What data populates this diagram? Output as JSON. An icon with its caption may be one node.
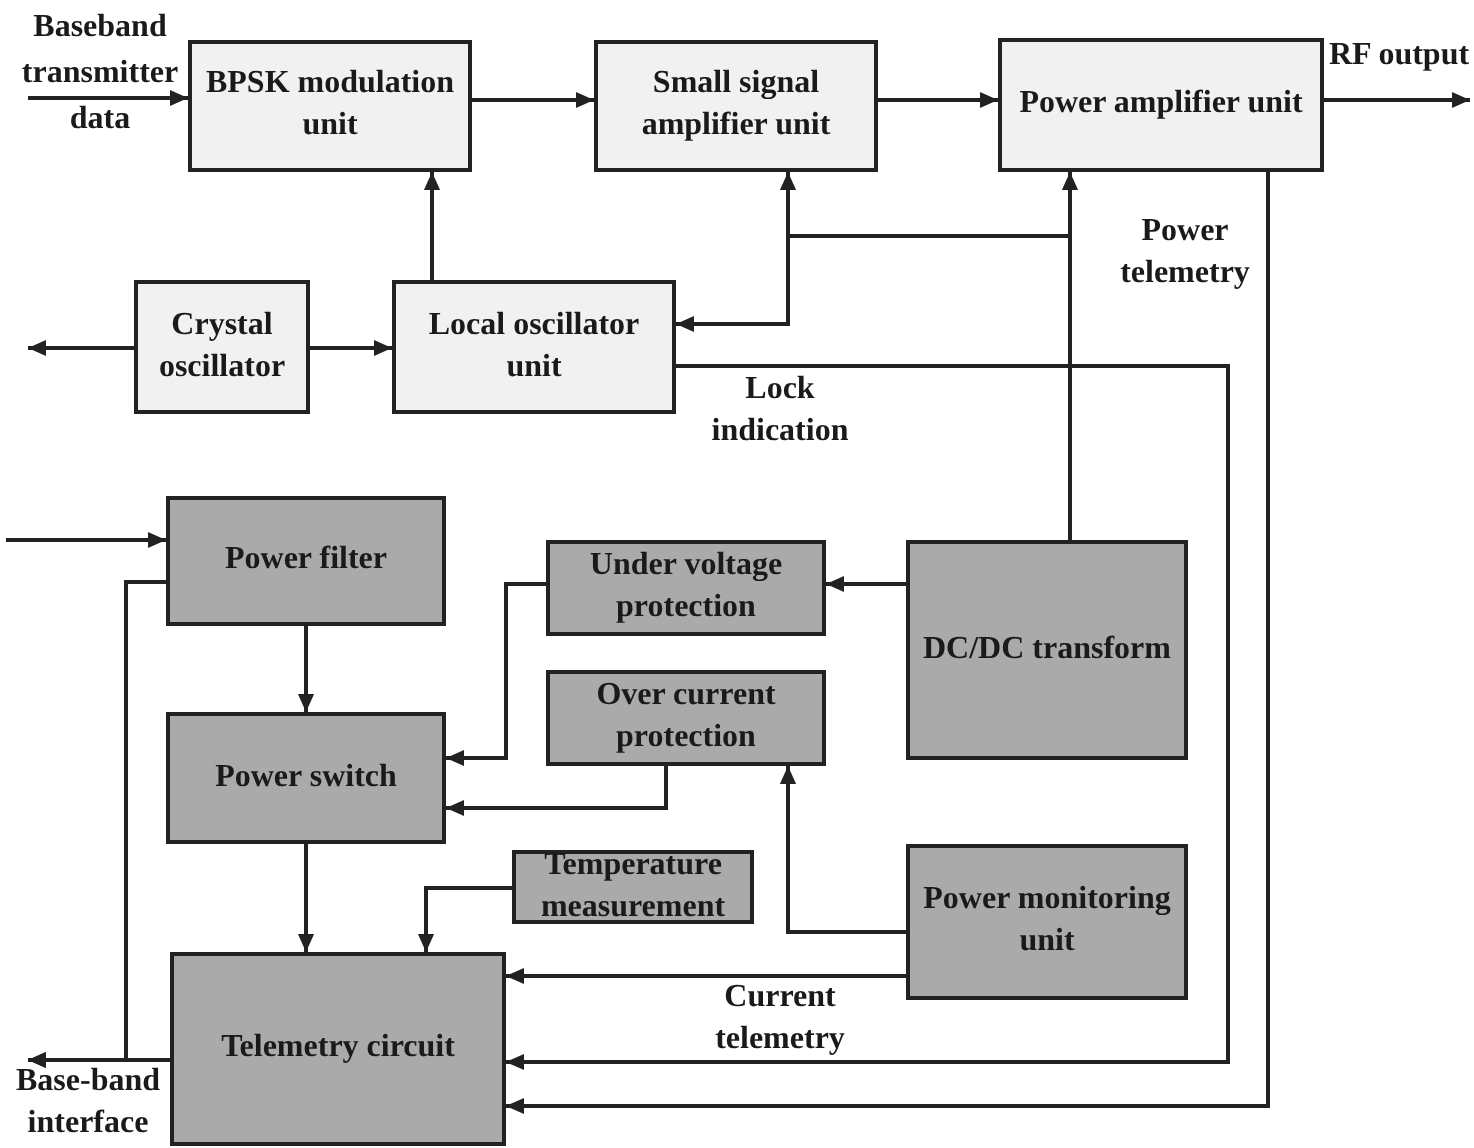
{
  "diagram": {
    "nodes": [
      {
        "text": [
          "BPSK modulation unit"
        ]
      },
      {
        "text": [
          "Small signal amplifier unit"
        ]
      },
      {
        "text": [
          "Power amplifier unit"
        ]
      },
      {
        "text": [
          "Crystal oscillator"
        ]
      },
      {
        "text": [
          "Local oscillator unit"
        ]
      },
      {
        "text": [
          "Power filter"
        ]
      },
      {
        "text": [
          "Under voltage protection"
        ]
      },
      {
        "text": [
          "DC/DC transform"
        ]
      },
      {
        "text": [
          "Over current protection"
        ]
      },
      {
        "text": [
          "Power switch"
        ]
      },
      {
        "text": [
          "Temperature measurement"
        ]
      },
      {
        "text": [
          "Power monitoring unit"
        ]
      },
      {
        "text": [
          "Telemetry circuit"
        ]
      }
    ],
    "edges": [
      {
        "from": null,
        "to": 0,
        "arrow": "to",
        "label": "Baseband transmitter data"
      },
      {
        "from": 0,
        "to": 1,
        "arrow": "to"
      },
      {
        "from": 1,
        "to": 2,
        "arrow": "to"
      },
      {
        "from": 2,
        "to": null,
        "arrow": "to",
        "label": "RF output"
      },
      {
        "from": 4,
        "to": 0,
        "arrow": "to"
      },
      {
        "from": 3,
        "to": null,
        "arrow": "to"
      },
      {
        "from": 3,
        "to": 4,
        "arrow": "to"
      },
      {
        "from": 7,
        "to": 1,
        "arrow": "to"
      },
      {
        "from": 7,
        "to": 2,
        "arrow": "to"
      },
      {
        "from": 7,
        "to": 4,
        "arrow": "to"
      },
      {
        "from": 4,
        "to": 12,
        "arrow": "to",
        "label": "Lock indication"
      },
      {
        "from": 2,
        "to": 12,
        "arrow": "to",
        "label": "Power telemetry"
      },
      {
        "from": 7,
        "to": 6,
        "arrow": "to"
      },
      {
        "from": 6,
        "to": 9,
        "arrow": "to"
      },
      {
        "from": 8,
        "to": 9,
        "arrow": "to"
      },
      {
        "from": 11,
        "to": 8,
        "arrow": "to"
      },
      {
        "from": 11,
        "to": 12,
        "arrow": "to",
        "label": "Current telemetry"
      },
      {
        "from": 5,
        "to": 9,
        "arrow": "to"
      },
      {
        "from": 9,
        "to": 12,
        "arrow": "to"
      },
      {
        "from": 10,
        "to": 12,
        "arrow": "to"
      },
      {
        "from": null,
        "to": 5,
        "arrow": "to"
      },
      {
        "from": 5,
        "to": null,
        "arrow": "to"
      },
      {
        "from": 12,
        "to": null,
        "arrow": "to",
        "label": "Base-band interface"
      }
    ]
  }
}
